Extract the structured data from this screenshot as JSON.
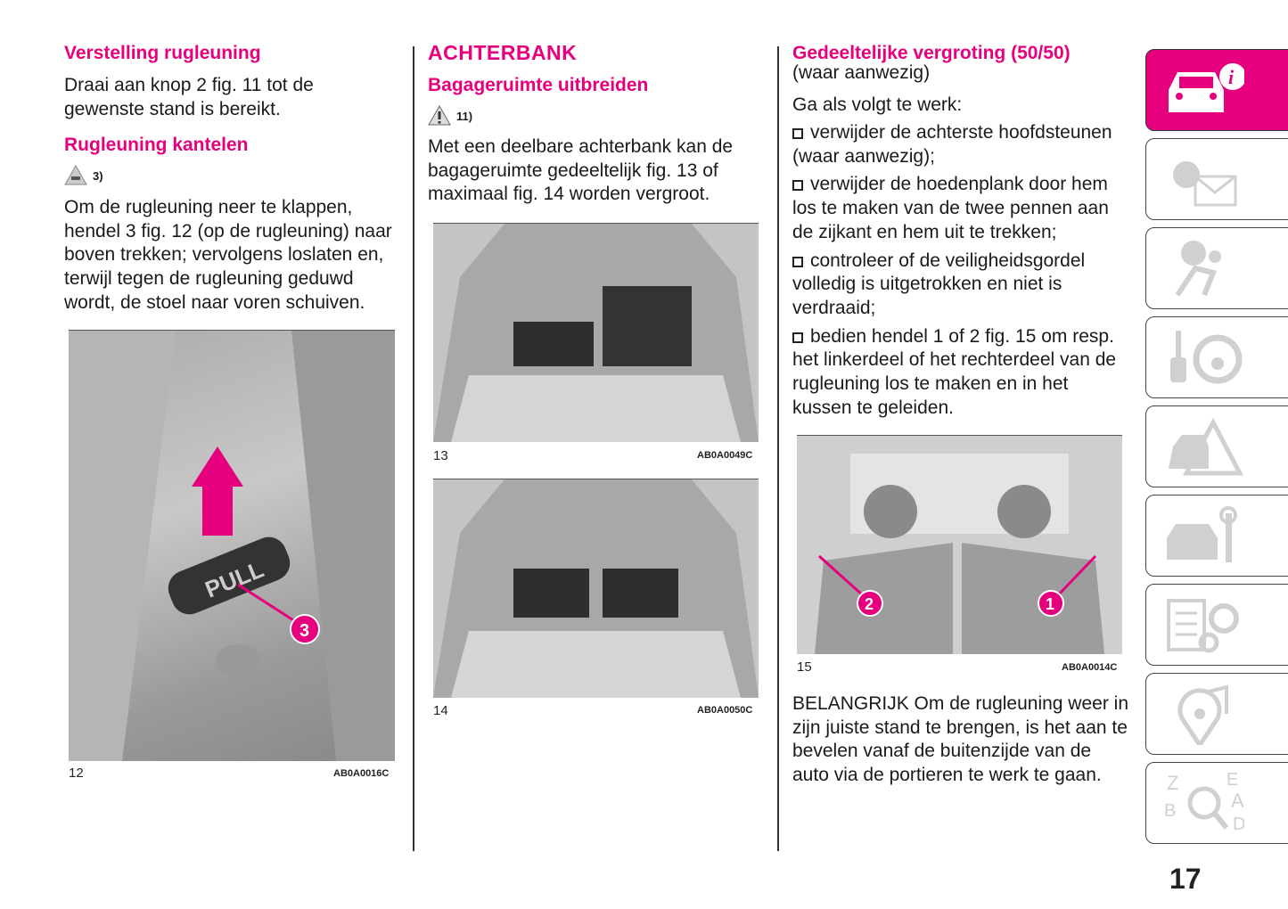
{
  "col1": {
    "heading1": "Verstelling rugleuning",
    "para1": "Draai aan knop 2 fig. 11 tot de gewenste stand is bereikt.",
    "heading2": "Rugleuning kantelen",
    "warning_ref": "3)",
    "para2": "Om de rugleuning neer te klappen, hendel 3 fig. 12 (op de rugleuning) naar boven trekken; vervolgens loslaten en, terwijl tegen de rugleuning geduwd wordt, de stoel naar voren schuiven.",
    "figure": {
      "number": "12",
      "code": "AB0A0016C",
      "label_pull": "PULL",
      "callout": "3"
    }
  },
  "col2": {
    "section_title": "ACHTERBANK",
    "heading": "Bagageruimte uitbreiden",
    "warning_ref": "11)",
    "para": "Met een deelbare achterbank kan de bagageruimte gedeeltelijk fig. 13 of maximaal fig. 14 worden vergroot.",
    "figure13": {
      "number": "13",
      "code": "AB0A0049C"
    },
    "figure14": {
      "number": "14",
      "code": "AB0A0050C"
    }
  },
  "col3": {
    "heading": "Gedeeltelijke vergroting (50/50)",
    "subheading": "(waar aanwezig)",
    "intro": "Ga als volgt te werk:",
    "bullets": [
      "verwijder de achterste hoofdsteunen (waar aanwezig);",
      "verwijder de hoedenplank door hem los te maken van de twee pennen aan de zijkant en hem uit te trekken;",
      "controleer of de veiligheidsgordel volledig is uitgetrokken en niet is verdraaid;",
      "bedien hendel 1 of 2 fig. 15 om resp. het linkerdeel of het rechterdeel van de rugleuning los te maken en in het kussen te geleiden."
    ],
    "figure15": {
      "number": "15",
      "code": "AB0A0014C",
      "callout_left": "2",
      "callout_right": "1"
    },
    "note": "BELANGRIJK Om de rugleuning weer in zijn juiste stand te brengen, is het aan te bevelen vanaf de buitenzijde van de auto via de portieren te werk te gaan."
  },
  "sidebar": {
    "tabs": [
      {
        "icon": "car-info-icon",
        "active": true
      },
      {
        "icon": "warning-light-message-icon"
      },
      {
        "icon": "airbag-seatbelt-icon"
      },
      {
        "icon": "key-steering-wheel-icon"
      },
      {
        "icon": "car-emergency-triangle-icon"
      },
      {
        "icon": "car-wrench-icon"
      },
      {
        "icon": "specs-gear-icon"
      },
      {
        "icon": "multimedia-music-icon"
      },
      {
        "icon": "alphabetical-index-icon"
      }
    ]
  },
  "page_number": "17",
  "colors": {
    "accent": "#e6007e",
    "icon_gray": "#d0d0d0"
  }
}
